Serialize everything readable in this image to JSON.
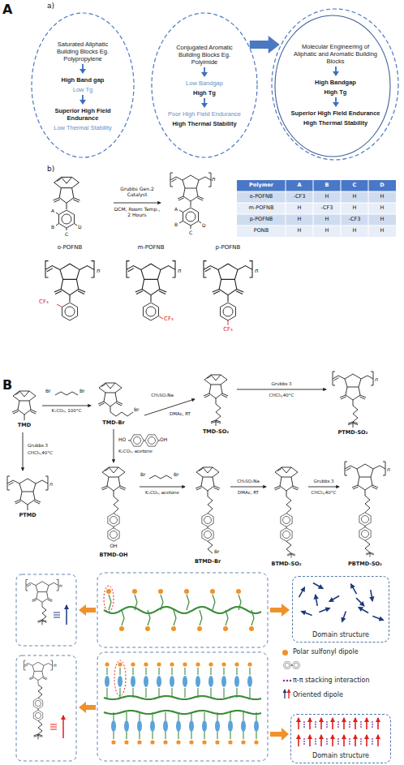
{
  "diagram": {
    "nodes": [
      {
        "text": [
          "Saturated Aliphatic Building Blocks Eg. Polypropylene",
          "High Band gap",
          "Low Tg",
          "Superior High Field Endurance",
          "Low Thermal Stability"
        ]
      },
      {
        "text": [
          "Conjugated Aromatic Building Blocks Eg. Polyimide",
          "Low Bandgap",
          "High Tg",
          "Poor High Field Endurance",
          "High Thermal Stability"
        ]
      },
      {
        "text": [
          "Molecular Engineering of Aliphatic and Aromatic Building Blocks",
          "High Bandgap",
          "High Tg",
          "Superior High Field Endurance",
          "High Thermal Stability"
        ]
      },
      {
        "text": [
          "Domain structure"
        ]
      },
      {
        "text": [
          "Domain structure"
        ]
      }
    ],
    "edges": [
      {
        "from": 1,
        "to": 2,
        "arrow": "to"
      }
    ],
    "labels": [
      "A",
      "a)",
      "b)",
      "Grubbs Gen.2 Catalyst",
      "DCM, Room Temp., 2 Hours",
      "Polymer",
      "A",
      "B",
      "C",
      "D",
      "o-POFNB",
      "-CF3",
      "H",
      "H",
      "H",
      "m-POFNB",
      "H",
      "-CF3",
      "H",
      "H",
      "p-POFNB",
      "H",
      "H",
      "-CF3",
      "H",
      "PONB",
      "H",
      "H",
      "H",
      "H",
      "A",
      "B",
      "C",
      "D",
      "A",
      "B",
      "C",
      "D",
      "n",
      "o-POFNB",
      "m-POFNB",
      "p-POFNB",
      "CF₃",
      "CF₃",
      "CF₃",
      "n",
      "n",
      "n",
      "B",
      "TMD",
      "K₂CO₃, 100°C",
      "Br",
      "Br",
      "TMD-Br",
      "Br",
      "CH₃SO₂Na",
      "DMAc, RT",
      "TMD-SO₂",
      "Grubbs 3",
      "CHCl₃,40°C",
      "PTMD-SO₂",
      "Grubbs 3",
      "CHCl₃,40°C",
      "PTMD",
      "n",
      "HO",
      "OH",
      "K₂CO₃, acetone",
      "BTMD-OH",
      "OH",
      "Br",
      "Br",
      "K₂CO₃, acetone",
      "BTMD-Br",
      "Br",
      "CH₃SO₂Na",
      "DMAc, RT",
      "BTMD-SO₂",
      "Grubbs 3",
      "CHCl₃,40°C",
      "PBTMD-SO₂",
      "n",
      "n",
      "n",
      "n"
    ],
    "legend": [
      {
        "text": "Polar sulfonyl dipole",
        "color": "#f0922b"
      },
      {
        "text": "π-π stacking interaction"
      },
      {
        "text": "Oriented dipole"
      }
    ]
  }
}
